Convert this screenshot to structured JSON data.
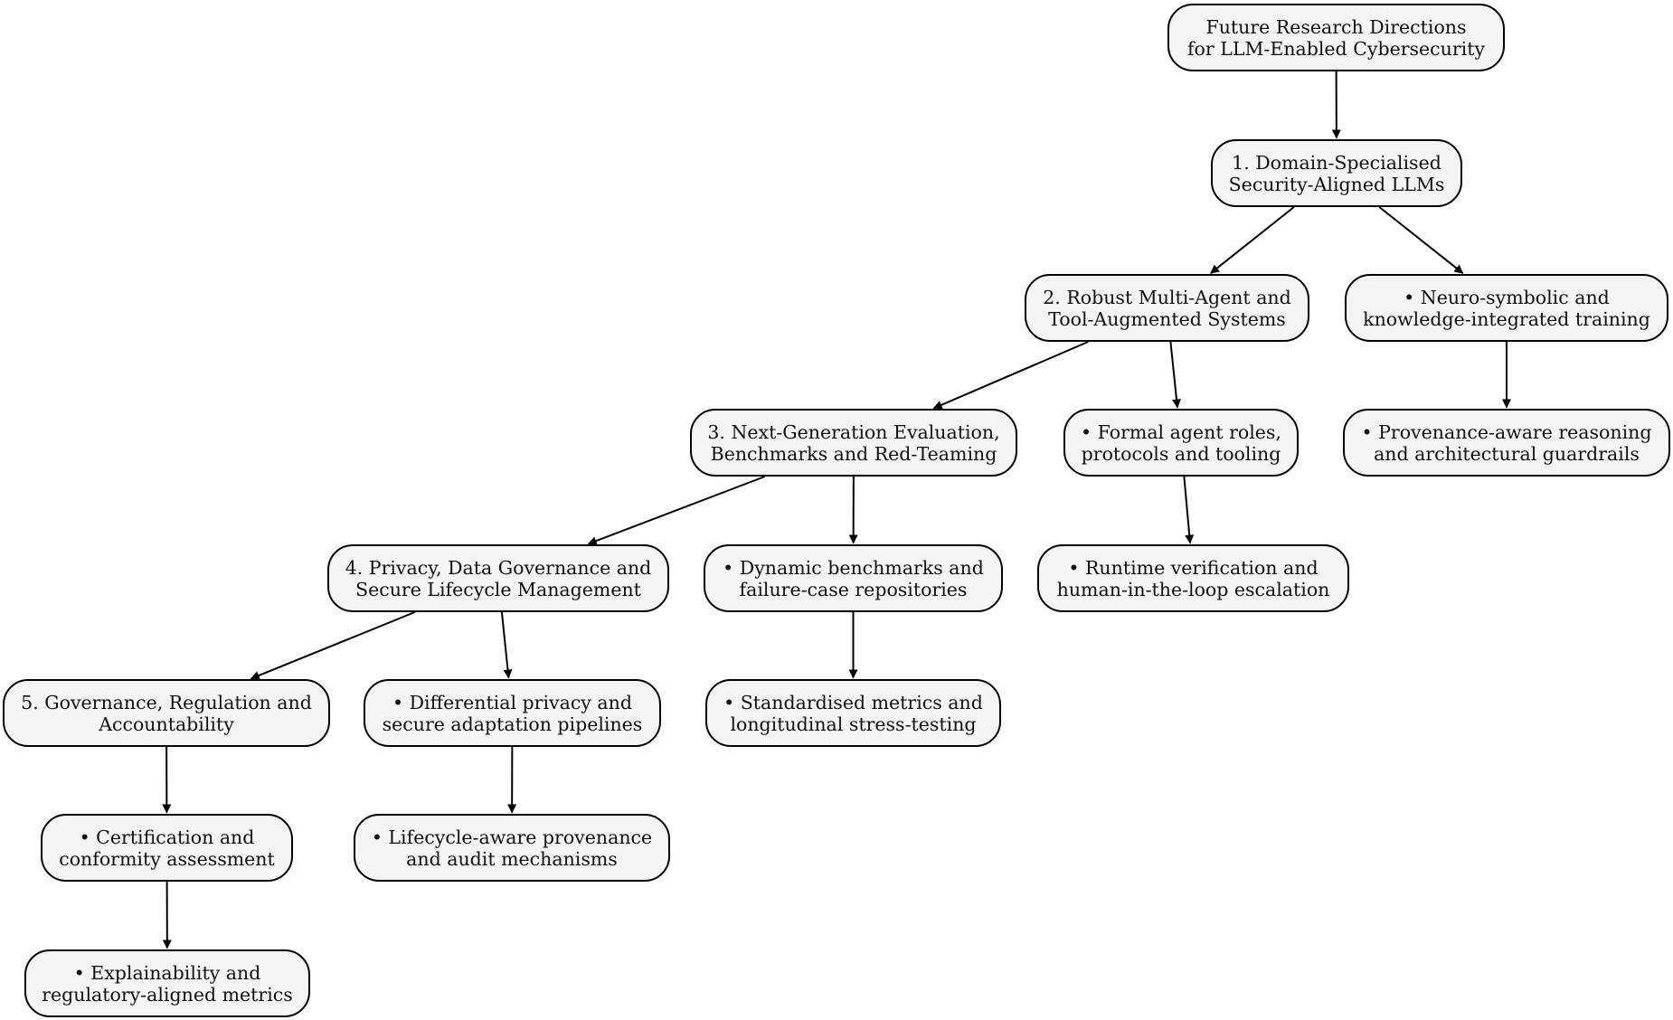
{
  "diagram": {
    "nodes": [
      {
        "id": "root",
        "lines": [
          "Future Research Directions",
          "for LLM-Enabled Cybersecurity"
        ]
      },
      {
        "id": "d1",
        "lines": [
          "1. Domain-Specialised",
          "Security-Aligned LLMs"
        ]
      },
      {
        "id": "d2",
        "lines": [
          "2. Robust Multi-Agent and",
          "Tool-Augmented Systems"
        ]
      },
      {
        "id": "d1a",
        "lines": [
          "• Neuro-symbolic and",
          "knowledge-integrated training"
        ]
      },
      {
        "id": "d3",
        "lines": [
          "3. Next-Generation Evaluation,",
          "Benchmarks and Red-Teaming"
        ]
      },
      {
        "id": "d2a",
        "lines": [
          "• Formal agent roles,",
          "protocols and tooling"
        ]
      },
      {
        "id": "d1b",
        "lines": [
          "• Provenance-aware reasoning",
          "and architectural guardrails"
        ]
      },
      {
        "id": "d4",
        "lines": [
          "4. Privacy, Data Governance and",
          "Secure Lifecycle Management"
        ]
      },
      {
        "id": "d3a",
        "lines": [
          "• Dynamic benchmarks and",
          "failure-case repositories"
        ]
      },
      {
        "id": "d2b",
        "lines": [
          "• Runtime verification and",
          "human-in-the-loop escalation"
        ]
      },
      {
        "id": "d5",
        "lines": [
          "5. Governance, Regulation and",
          "Accountability"
        ]
      },
      {
        "id": "d4a",
        "lines": [
          "• Differential privacy and",
          "secure adaptation pipelines"
        ]
      },
      {
        "id": "d3b",
        "lines": [
          "• Standardised metrics and",
          "longitudinal stress-testing"
        ]
      },
      {
        "id": "d5a",
        "lines": [
          "• Certification and",
          "conformity assessment"
        ]
      },
      {
        "id": "d4b",
        "lines": [
          "• Lifecycle-aware provenance",
          "and audit mechanisms"
        ]
      },
      {
        "id": "d5b",
        "lines": [
          "• Explainability and",
          "regulatory-aligned metrics"
        ]
      }
    ],
    "edges": [
      [
        "root",
        "d1"
      ],
      [
        "d1",
        "d2"
      ],
      [
        "d1",
        "d1a"
      ],
      [
        "d2",
        "d3"
      ],
      [
        "d2",
        "d2a"
      ],
      [
        "d1a",
        "d1b"
      ],
      [
        "d3",
        "d4"
      ],
      [
        "d3",
        "d3a"
      ],
      [
        "d2a",
        "d2b"
      ],
      [
        "d4",
        "d5"
      ],
      [
        "d4",
        "d4a"
      ],
      [
        "d3a",
        "d3b"
      ],
      [
        "d5",
        "d5a"
      ],
      [
        "d4a",
        "d4b"
      ],
      [
        "d5a",
        "d5b"
      ]
    ],
    "colors": {
      "node_fill": "#f4f4f4",
      "node_border": "#000000",
      "edge": "#000000",
      "text": "#111111"
    }
  }
}
